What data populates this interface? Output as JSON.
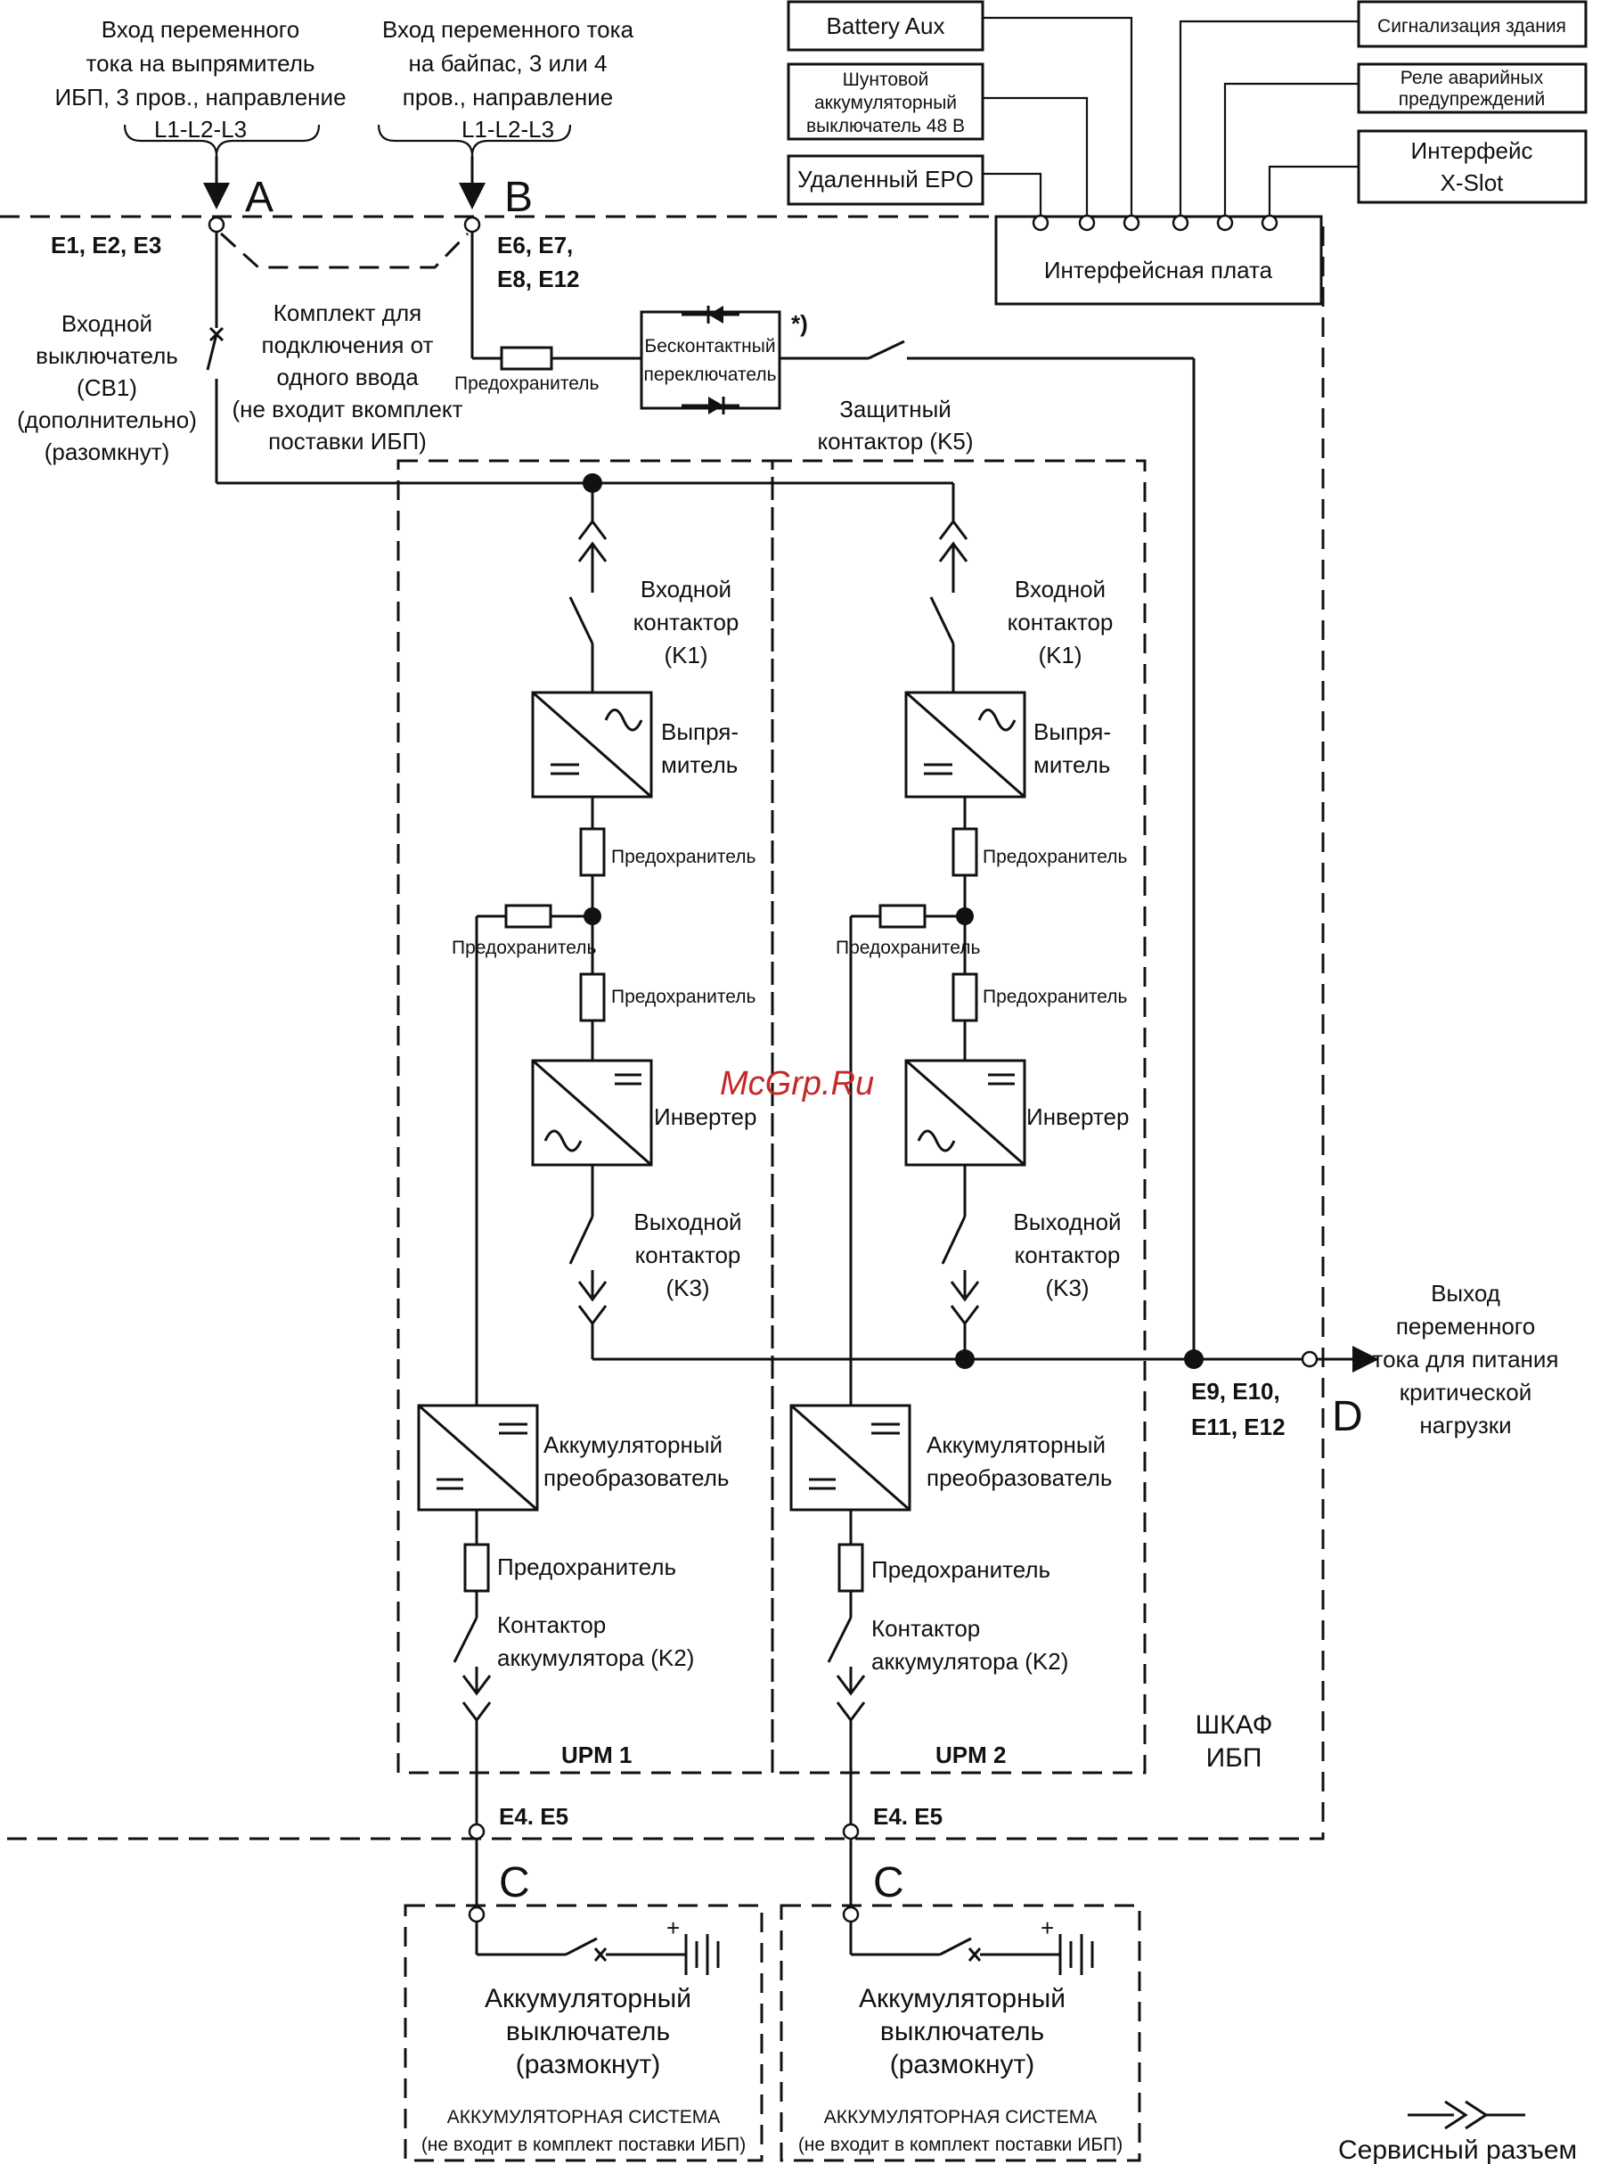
{
  "inputs": {
    "rectifier_input": [
      "Вход переменного",
      "тока на выпрямитель",
      "ИБП, 3 пров., направление",
      "L1-L2-L3"
    ],
    "bypass_input": [
      "Вход переменного тока",
      "на байпас, 3 или 4",
      "пров., направление",
      "L1-L2-L3"
    ],
    "label_a": "A",
    "label_b": "B",
    "label_c": "C",
    "label_d": "D",
    "terminals_a": "E1, E2, E3",
    "terminals_b": [
      "E6, E7,",
      "E8, E12"
    ],
    "terminals_d": [
      "E9, E10,",
      "E11, E12"
    ],
    "terminals_c": "E4. E5"
  },
  "interface": {
    "battery_aux": "Battery Aux",
    "shunt_breaker": [
      "Шунтовой",
      "аккумуляторный",
      "выключатель 48 В"
    ],
    "remote_epo": "Удаленный EPO",
    "building_alarm": "Сигнализация здания",
    "alarm_relay": [
      "Реле аварийных",
      "предупреждений"
    ],
    "xslot": [
      "Интерфейс",
      "X-Slot"
    ],
    "interface_board": "Интерфейсная плата"
  },
  "bypass": {
    "static_switch": [
      "Бесконтактный",
      "переключатель"
    ],
    "asterisk": "*)",
    "fuse": "Предохранитель",
    "protective_contactor": [
      "Защитный",
      "контактор (K5)"
    ],
    "single_feed_kit": [
      "Комплект для",
      "подключения от",
      "одного ввода",
      "(не входит вкомплект",
      "поставки ИБП)"
    ],
    "input_breaker": [
      "Входной",
      "выключатель",
      "(CB1)",
      "(дополнительно)",
      "(разомкнут)"
    ]
  },
  "upm": {
    "input_contactor": [
      "Входной",
      "контактор",
      "(K1)"
    ],
    "rectifier": [
      "Выпря-",
      "митель"
    ],
    "fuse": "Предохранитель",
    "inverter": "Инвертер",
    "output_contactor": [
      "Выходной",
      "контактор",
      "(K3)"
    ],
    "battery_converter": [
      "Аккумуляторный",
      "преобразователь"
    ],
    "battery_contactor": [
      "Контактор",
      "аккумулятора (K2)"
    ],
    "upm1": "UPM 1",
    "upm2": "UPM 2"
  },
  "cabinet": [
    "ШКАФ",
    "ИБП"
  ],
  "output": [
    "Выход",
    "переменного",
    "тока для питания",
    "критической",
    "нагрузки"
  ],
  "battery": {
    "breaker": [
      "Аккумуляторный",
      "выключатель",
      "(размокнут)"
    ],
    "system": "АККУМУЛЯТОРНАЯ СИСТЕМА",
    "not_included": "(не входит в комплект поставки ИБП)",
    "plus": "+"
  },
  "legend": {
    "service_connector": "Сервисный разъем"
  },
  "watermark": "McGrp.Ru"
}
